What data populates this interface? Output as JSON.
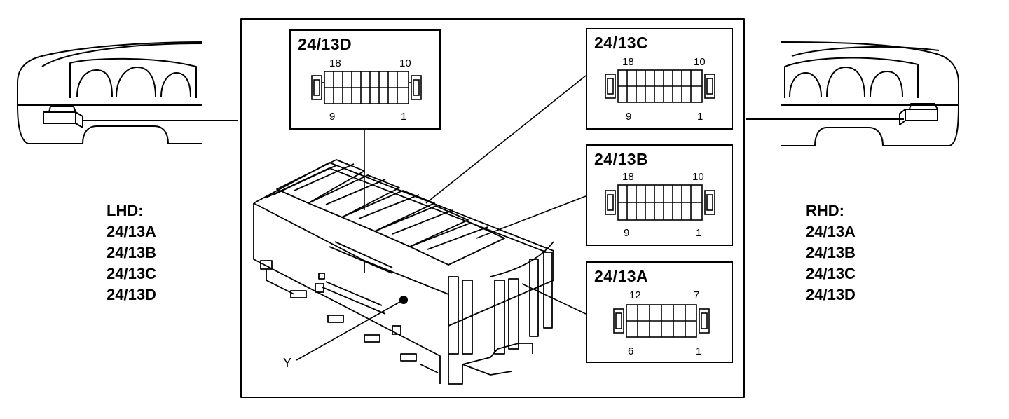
{
  "left_panel": {
    "heading": "LHD:",
    "items": [
      "24/13A",
      "24/13B",
      "24/13C",
      "24/13D"
    ]
  },
  "right_panel": {
    "heading": "RHD:",
    "items": [
      "24/13A",
      "24/13B",
      "24/13C",
      "24/13D"
    ]
  },
  "connectors": {
    "d": {
      "title": "24/13D",
      "pin_top_left": "18",
      "pin_top_right": "10",
      "pin_bottom_left": "9",
      "pin_bottom_right": "1"
    },
    "c": {
      "title": "24/13C",
      "pin_top_left": "18",
      "pin_top_right": "10",
      "pin_bottom_left": "9",
      "pin_bottom_right": "1"
    },
    "b": {
      "title": "24/13B",
      "pin_top_left": "18",
      "pin_top_right": "10",
      "pin_bottom_left": "9",
      "pin_bottom_right": "1"
    },
    "a": {
      "title": "24/13A",
      "pin_top_left": "12",
      "pin_top_right": "7",
      "pin_bottom_left": "6",
      "pin_bottom_right": "1"
    }
  },
  "callout_label": "Y"
}
